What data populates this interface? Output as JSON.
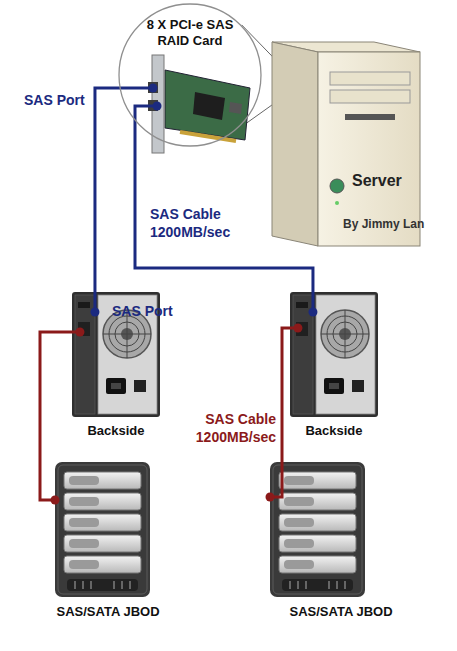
{
  "diagram": {
    "nodes": [
      {
        "text": [
          "8 X PCI-e SAS RAID Card"
        ]
      },
      {
        "text": [
          "Server"
        ]
      },
      {
        "text": [
          "Backside"
        ]
      },
      {
        "text": [
          "Backside"
        ]
      },
      {
        "text": [
          "SAS/SATA JBOD"
        ]
      },
      {
        "text": [
          "SAS/SATA JBOD"
        ]
      }
    ],
    "edges": [
      {
        "from": 0,
        "to": 2,
        "arrow": "none"
      },
      {
        "from": 0,
        "to": 3,
        "label": "SAS Cable 1200MB/sec",
        "arrow": "none"
      },
      {
        "from": 2,
        "to": 4,
        "arrow": "none"
      },
      {
        "from": 3,
        "to": 5,
        "label": "SAS Cable 1200MB/sec",
        "arrow": "none"
      }
    ],
    "labels": [
      "SAS Port",
      "SAS Port",
      "By Jimmy Lan"
    ]
  }
}
